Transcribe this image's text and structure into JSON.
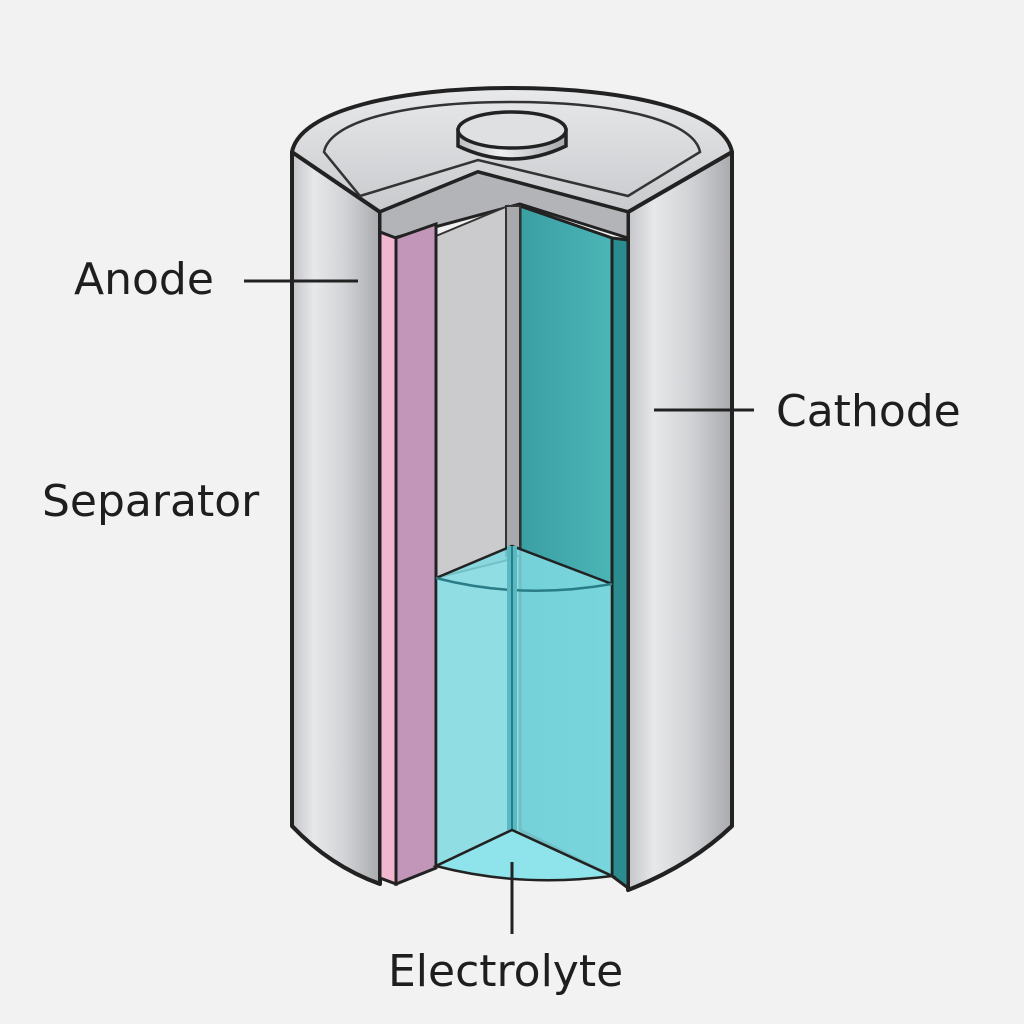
{
  "labels": {
    "anode": "Anode",
    "cathode": "Cathode",
    "separator": "Separator",
    "electrolyte": "Electrolyte"
  },
  "colors": {
    "background": "#f2f2f2",
    "casing": "#d6d7da",
    "anode": "#f2b6d0",
    "separator": "#c296b8",
    "cathode": "#3fa9ab",
    "electrolyte": "#7fdbe2",
    "outline": "#222222"
  }
}
